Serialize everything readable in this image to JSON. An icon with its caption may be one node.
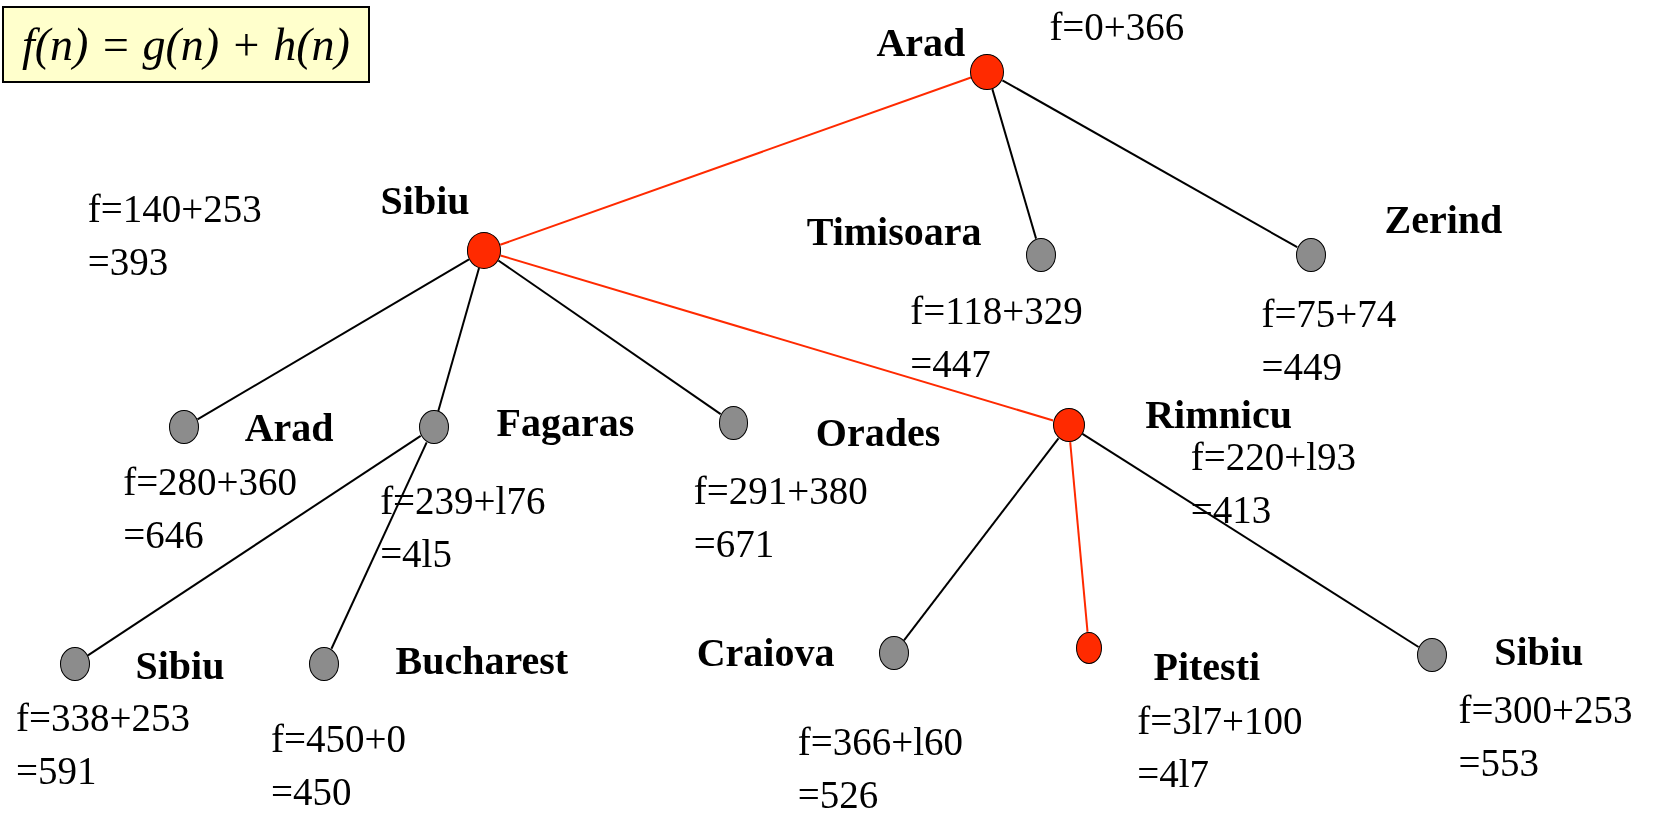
{
  "diagram": {
    "nodes": [
      {
        "text": [
          "Arad"
        ],
        "beside": [
          "f=0+366"
        ]
      },
      {
        "text": [
          "Sibiu"
        ]
      },
      {
        "text": [
          "Timisoara"
        ],
        "beside": [
          "f=118+329 =447"
        ]
      },
      {
        "text": [
          "Zerind"
        ],
        "beside": [
          "f=75+74 =449"
        ]
      },
      {
        "text": [
          "Arad"
        ],
        "beside": [
          "f=280+360 =646"
        ]
      },
      {
        "text": [
          "Fagaras"
        ],
        "beside": [
          "f=239+l76 =4l5"
        ]
      },
      {
        "text": [
          "Orades"
        ],
        "beside": [
          "f=291+380 =671"
        ]
      },
      {
        "text": [
          "Rimnicu"
        ],
        "beside": [
          "f=220+l93 =413"
        ]
      },
      {
        "text": [
          "Sibiu"
        ],
        "beside": [
          "f=338+253 =591"
        ]
      },
      {
        "text": [
          "Bucharest"
        ],
        "beside": [
          "f=450+0 =450"
        ]
      },
      {
        "text": [
          "Craiova"
        ],
        "beside": [
          "f=366+l60 =526"
        ]
      },
      {
        "text": [
          "Pitesti"
        ],
        "beside": [
          "f=3l7+100 =4l7"
        ]
      },
      {
        "text": [
          "Sibiu"
        ],
        "beside": [
          "f=300+253 =553"
        ]
      }
    ],
    "edges": [
      {
        "from": 0,
        "to": 1,
        "arrow": "none",
        "color": "#ff2a00"
      },
      {
        "from": 0,
        "to": 2,
        "arrow": "none"
      },
      {
        "from": 0,
        "to": 3,
        "arrow": "none"
      },
      {
        "from": 1,
        "to": 4,
        "arrow": "none"
      },
      {
        "from": 1,
        "to": 5,
        "arrow": "none"
      },
      {
        "from": 1,
        "to": 6,
        "arrow": "none"
      },
      {
        "from": 1,
        "to": 7,
        "arrow": "none",
        "color": "#ff2a00"
      },
      {
        "from": 5,
        "to": 8,
        "arrow": "none"
      },
      {
        "from": 5,
        "to": 9,
        "arrow": "none"
      },
      {
        "from": 7,
        "to": 10,
        "arrow": "none"
      },
      {
        "from": 7,
        "to": 11,
        "arrow": "none",
        "color": "#ff2a00"
      },
      {
        "from": 7,
        "to": 12,
        "arrow": "none"
      }
    ],
    "labels": [
      "f(n) = g(n) + h(n)",
      "f=140+253 =393"
    ]
  }
}
